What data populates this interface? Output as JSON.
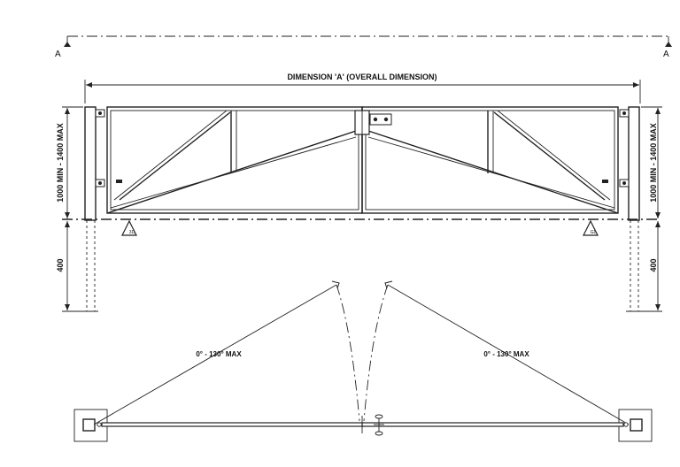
{
  "section_marks": {
    "left": "A",
    "right": "A"
  },
  "dimensions": {
    "overall": "DIMENSION 'A' (OVERALL DIMENSION)",
    "height_left": "1000 MIN - 1400 MAX",
    "height_right": "1000 MIN - 1400 MAX",
    "embed_left": "400",
    "embed_right": "400"
  },
  "markers": {
    "left_tag": "3D",
    "right_tag": "GL"
  },
  "swing": {
    "left_label": "0° - 130° MAX",
    "right_label": "0° - 130° MAX"
  }
}
